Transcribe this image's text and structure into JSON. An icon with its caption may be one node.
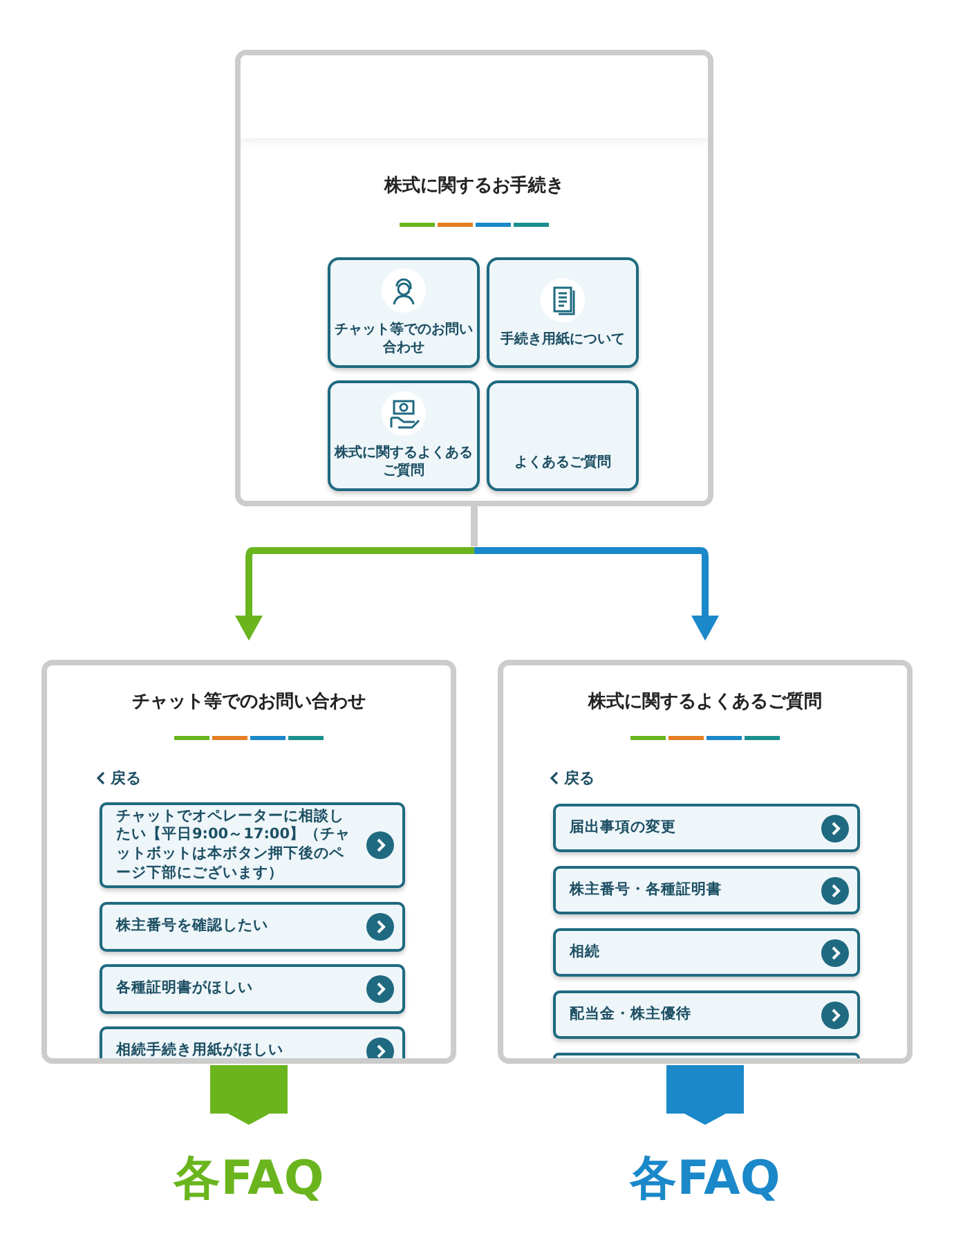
{
  "diagram": {
    "nodes": [
      {
        "text": [
          "株式に関するお手続き"
        ]
      },
      {
        "text": [
          "チャット等でのお問い合わせ"
        ],
        "in": 0
      },
      {
        "text": [
          "手続き用紙について"
        ],
        "in": 0
      },
      {
        "text": [
          "株式に関するよくあるご質問"
        ],
        "in": 0
      },
      {
        "text": [
          "よくあるご質問"
        ],
        "in": 0
      },
      {
        "text": [
          "チャット等でのお問い合わせ"
        ]
      },
      {
        "text": [
          "チャットでオペレーターに相談したい【平日9:00～17:00】（チャットボットは本ボタン押下後のページ下部にございます）"
        ],
        "in": 5
      },
      {
        "text": [
          "株主番号を確認したい"
        ],
        "in": 5
      },
      {
        "text": [
          "各種証明書がほしい"
        ],
        "in": 5
      },
      {
        "text": [
          "相続手続き用紙がほしい"
        ],
        "in": 5
      },
      {
        "text": [
          "株式に関するよくあるご質問"
        ]
      },
      {
        "text": [
          "届出事項の変更"
        ],
        "in": 10
      },
      {
        "text": [
          "株主番号・各種証明書"
        ],
        "in": 10
      },
      {
        "text": [
          "相続"
        ],
        "in": 10
      },
      {
        "text": [
          "配当金・株主優待"
        ],
        "in": 10
      },
      {
        "text": [],
        "shape": "box",
        "in": 10
      },
      {
        "text": [
          "各FAQ"
        ]
      },
      {
        "text": [
          "各FAQ"
        ]
      }
    ],
    "edges": [
      {
        "from": 0,
        "to": 5,
        "arrow": "to",
        "color": "#6ab51e"
      },
      {
        "from": 0,
        "to": 10,
        "arrow": "to",
        "color": "#1a88c9"
      },
      {
        "from": 5,
        "to": 16,
        "arrow": "to",
        "style": "thick",
        "color": "#6ab51e"
      },
      {
        "from": 10,
        "to": 17,
        "arrow": "to",
        "style": "thick",
        "color": "#1a88c9"
      }
    ],
    "labels": [
      "戻る",
      "戻る"
    ]
  }
}
